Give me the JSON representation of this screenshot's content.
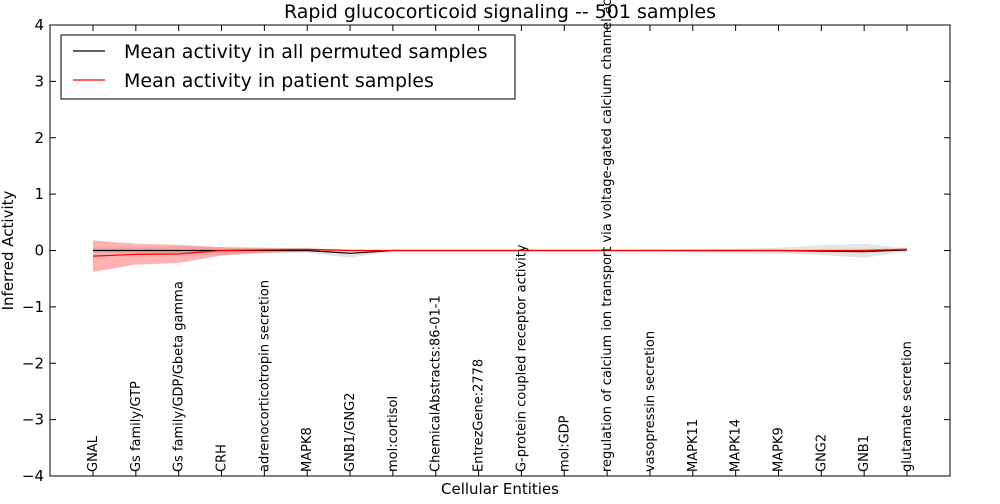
{
  "chart_data": {
    "type": "line",
    "title": "Rapid glucocorticoid signaling -- 501 samples",
    "xlabel": "Cellular Entities",
    "ylabel": "Inferred Activity",
    "ylim": [
      -4,
      4
    ],
    "yticks": [
      -4,
      -3,
      -2,
      -1,
      0,
      1,
      2,
      3,
      4
    ],
    "ytick_labels": [
      "−4",
      "−3",
      "−2",
      "−1",
      "0",
      "1",
      "2",
      "3",
      "4"
    ],
    "grid": false,
    "legend_position": "top-left",
    "categories": [
      "GNAL",
      "Gs family/GTP",
      "Gs family/GDP/Gbeta gamma",
      "CRH",
      "adrenocorticotropin secretion",
      "MAPK8",
      "GNB1/GNG2",
      "mol:cortisol",
      "ChemicalAbstracts:86-01-1",
      "EntrezGene:2778",
      "G-protein coupled receptor activity",
      "mol:GDP",
      "regulation of calcium ion transport via voltage-gated calcium channel activity",
      "vasopressin secretion",
      "MAPK11",
      "MAPK14",
      "MAPK9",
      "GNG2",
      "GNB1",
      "glutamate secretion"
    ],
    "series": [
      {
        "name": "Mean activity in all permuted samples",
        "color": "#000000",
        "band_color": "#bbbbbb",
        "values": [
          0.0,
          0.0,
          0.0,
          0.0,
          0.0,
          0.0,
          -0.05,
          0.0,
          0.0,
          0.0,
          0.0,
          0.0,
          0.0,
          0.0,
          0.0,
          0.0,
          0.0,
          -0.01,
          -0.02,
          0.01
        ],
        "band_low": [
          -0.03,
          -0.05,
          -0.1,
          -0.08,
          -0.05,
          -0.04,
          -0.13,
          -0.01,
          0.0,
          0.0,
          0.0,
          0.0,
          0.0,
          -0.01,
          -0.03,
          -0.04,
          -0.05,
          -0.08,
          -0.13,
          -0.02
        ],
        "band_high": [
          0.05,
          0.05,
          0.07,
          0.06,
          0.04,
          0.03,
          0.02,
          0.01,
          0.0,
          0.0,
          0.0,
          0.0,
          0.0,
          0.01,
          0.02,
          0.03,
          0.05,
          0.09,
          0.12,
          0.04
        ]
      },
      {
        "name": "Mean activity in patient samples",
        "color": "#ff0000",
        "band_color": "#ff6666",
        "values": [
          -0.1,
          -0.07,
          -0.06,
          0.0,
          0.01,
          0.02,
          0.0,
          0.0,
          0.0,
          0.0,
          0.0,
          0.0,
          0.0,
          0.0,
          0.0,
          0.0,
          0.0,
          0.0,
          0.0,
          0.02
        ],
        "band_low": [
          -0.38,
          -0.25,
          -0.22,
          -0.09,
          -0.04,
          -0.02,
          -0.02,
          0.0,
          0.0,
          0.0,
          0.0,
          0.0,
          0.0,
          0.0,
          0.0,
          0.0,
          0.0,
          -0.01,
          -0.01,
          -0.01
        ],
        "band_high": [
          0.18,
          0.12,
          0.1,
          0.06,
          0.05,
          0.04,
          0.01,
          0.0,
          0.0,
          0.0,
          0.0,
          0.0,
          0.0,
          0.0,
          0.0,
          0.0,
          0.0,
          0.01,
          0.02,
          0.04
        ]
      }
    ]
  }
}
